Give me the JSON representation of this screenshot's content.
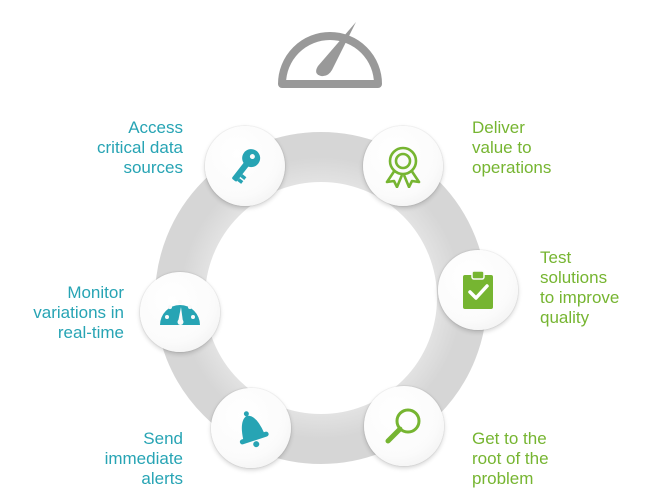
{
  "header_icon": "speedometer-icon",
  "colors": {
    "teal": "#27a4b4",
    "green": "#76b531",
    "ring": "#e0e0e0",
    "gauge": "#999999"
  },
  "items": [
    {
      "icon": "key-icon",
      "lines": [
        "Access",
        "critical data",
        "sources"
      ]
    },
    {
      "icon": "award-ribbon-icon",
      "lines": [
        "Deliver",
        "value to",
        "operations"
      ]
    },
    {
      "icon": "clipboard-check-icon",
      "lines": [
        "Test",
        "solutions",
        "to improve",
        "quality"
      ]
    },
    {
      "icon": "magnifier-icon",
      "lines": [
        "Get to the",
        "root of the",
        "problem"
      ]
    },
    {
      "icon": "bell-icon",
      "lines": [
        "Send",
        "immediate",
        "alerts"
      ]
    },
    {
      "icon": "dashboard-icon",
      "lines": [
        "Monitor",
        "variations in",
        "real-time"
      ]
    }
  ]
}
